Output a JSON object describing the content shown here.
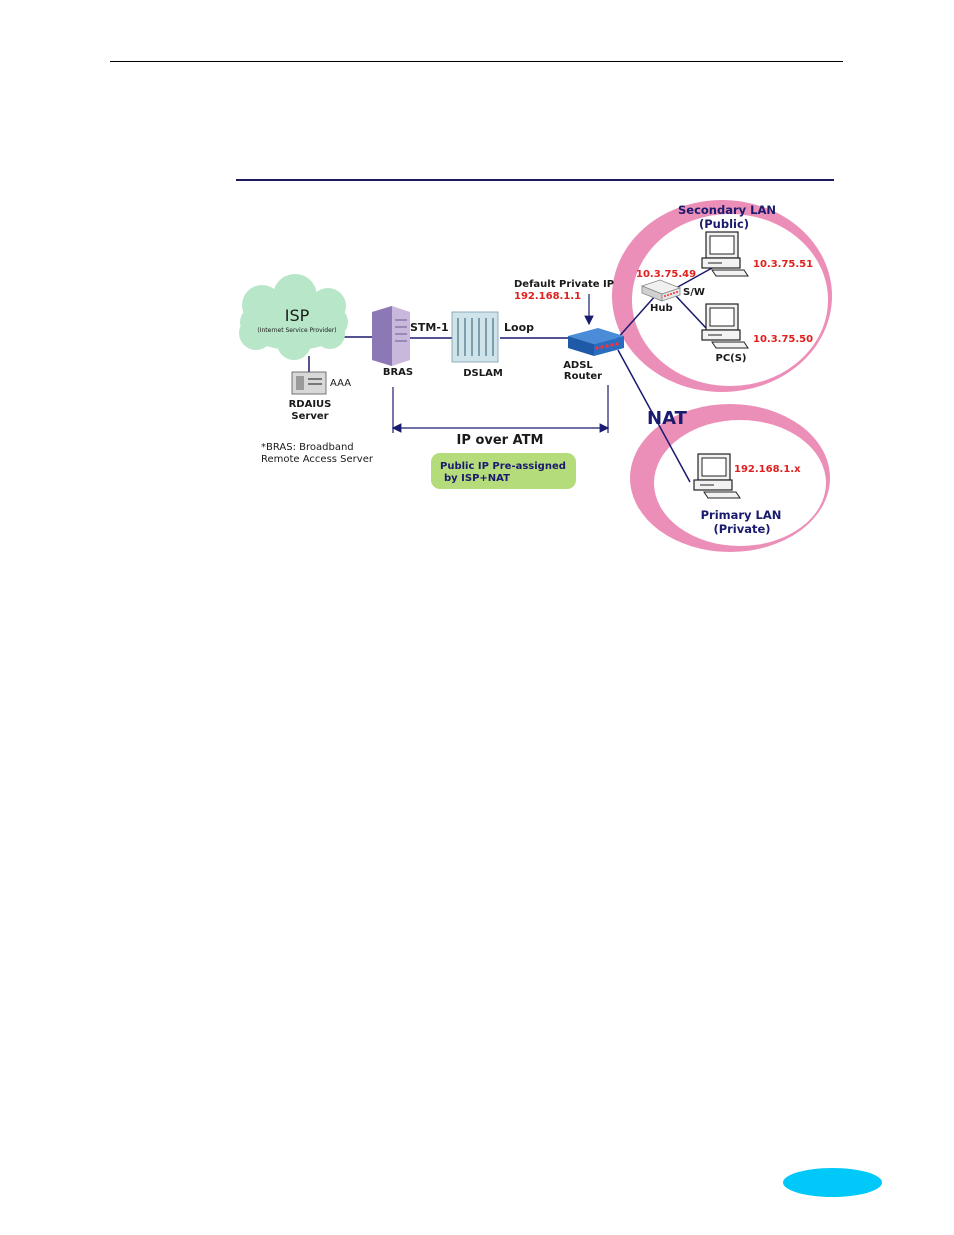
{
  "labels": {
    "isp": "ISP",
    "isp_sub": "(Internet Service Provider)",
    "aaa": "AAA",
    "radius_line1": "RDAIUS",
    "radius_line2": "Server",
    "bras": "BRAS",
    "stm1": "STM-1",
    "dslam": "DSLAM",
    "loop": "Loop",
    "default_ip_label": "Default Private IP",
    "default_ip": "192.168.1.1",
    "router_line1": "ADSL",
    "router_line2": "Router",
    "secondary_lan_line1": "Secondary  LAN",
    "secondary_lan_line2": "(Public)",
    "ip_hub": "10.3.75.49",
    "hub": "Hub",
    "sw": "S/W",
    "ip_pc1": "10.3.75.51",
    "ip_pc2": "10.3.75.50",
    "pcs": "PC(S)",
    "nat": "NAT",
    "ip_primary": "192.168.1.x",
    "primary_lan_line1": "Primary LAN",
    "primary_lan_line2": "(Private)",
    "footnote_line1": "*BRAS: Broadband",
    "footnote_line2": "Remote Access Server",
    "ip_over_atm": "IP over ATM",
    "public_ip_line1": "Public IP Pre-assigned",
    "public_ip_line2": "by ISP+NAT"
  },
  "colors": {
    "line": "#1a1a6e",
    "ip_text": "#e0201e",
    "label_text": "#1a1a6e",
    "cloud": "#b8e6c8",
    "ring": "#ec8fb8",
    "green_box": "#b4dc7a",
    "page_oval": "#00c8f8"
  },
  "icons": [
    "cloud-icon",
    "server-icon",
    "dslam-icon",
    "router-icon",
    "hub-icon",
    "computer-icon"
  ]
}
